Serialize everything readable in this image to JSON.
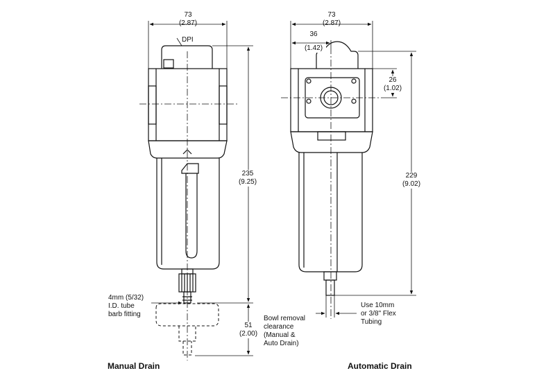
{
  "manual": {
    "width_mm": "73",
    "width_in": "(2.87)",
    "dpi": "DPI",
    "height_mm": "235",
    "height_in": "(9.25)",
    "tube_note": [
      "4mm (5/32)",
      "I.D. tube",
      "barb fitting"
    ],
    "clear_mm": "51",
    "clear_in": "(2.00)",
    "title": "Manual Drain"
  },
  "automatic": {
    "width_mm": "73",
    "width_in": "(2.87)",
    "offset_mm": "36",
    "offset_in": "(1.42)",
    "port_mm": "26",
    "port_in": "(1.02)",
    "height_mm": "229",
    "height_in": "(9.02)",
    "flex_note": [
      "Use 10mm",
      "or 3/8\" Flex",
      "Tubing"
    ],
    "title": "Automatic Drain"
  },
  "bowl_note": [
    "Bowl removal",
    "clearance",
    "(Manual &",
    "Auto Drain)"
  ]
}
